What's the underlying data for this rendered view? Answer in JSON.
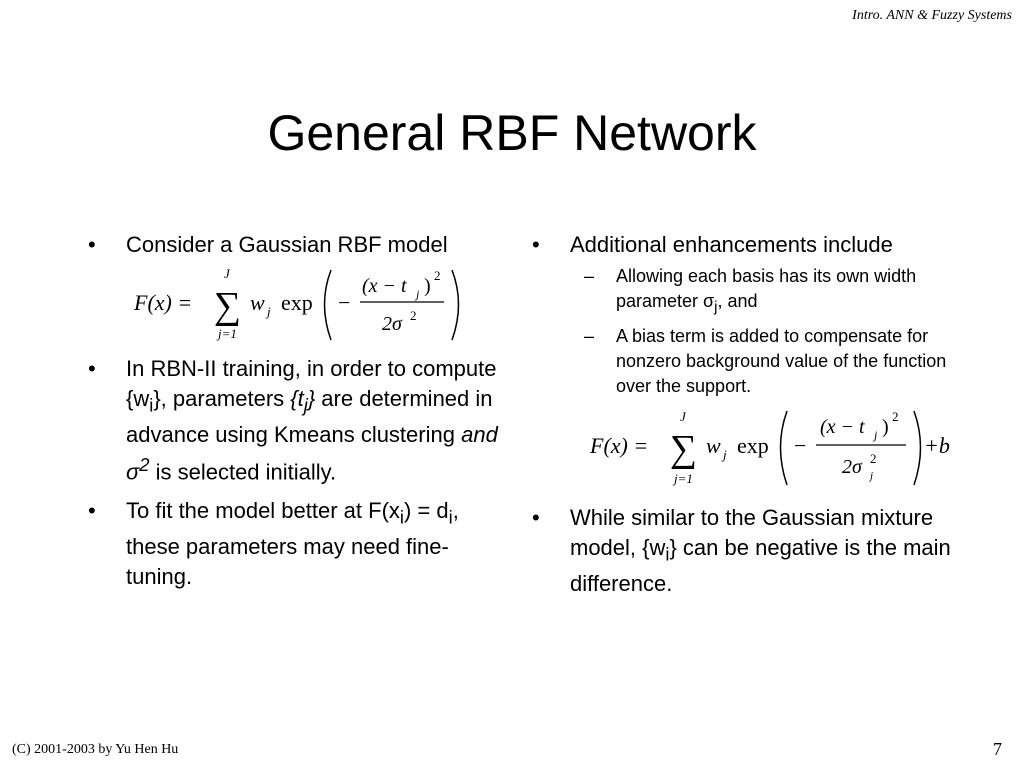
{
  "header": {
    "course": "Intro. ANN & Fuzzy Systems"
  },
  "slide": {
    "title": "General RBF Network"
  },
  "left": {
    "b1": "Consider a Gaussian RBF model",
    "b2": {
      "p1": "In RBN-II training, in order to compute {w",
      "sub_i": "i",
      "p2": "}, parameters ",
      "t_open": "{t",
      "sub_j": "j",
      "t_close": "}",
      "p3": " are determined in advance using Kmeans clustering ",
      "and": "and",
      "sigma": "σ",
      "sup2": "2",
      "p4": " is selected initially."
    },
    "b3": {
      "p1": "To fit the model better at F(x",
      "sub_i": "i",
      "p2": ") = d",
      "sub_i2": "i",
      "p3": ", these parameters may need fine-tuning."
    }
  },
  "right": {
    "b1": "Additional enhancements include",
    "s1": {
      "p1": "Allowing each basis has its own width parameter ",
      "sigma": "σ",
      "sub_j": "j",
      "p2": ", and"
    },
    "s2": "A bias term is added to compensate for nonzero background value of the function over the support.",
    "b2": {
      "p1": "While similar to the Gaussian mixture model, {w",
      "sub_i": "i",
      "p2": "} can be negative is the main difference."
    }
  },
  "footer": {
    "copyright": "(C) 2001-2003  by Yu Hen Hu",
    "page": "7"
  },
  "formula1": {
    "lhs": "F(x) =",
    "sum_top": "J",
    "sum_bottom": "j=1",
    "w": "w",
    "w_sub": "j",
    "exp": "exp",
    "minus": "−",
    "num": "(x − t",
    "num_sub": "j",
    "num_close": ")",
    "num_sup": "2",
    "den": "2σ",
    "den_sup": "2"
  },
  "formula2": {
    "lhs": "F(x) =",
    "sum_top": "J",
    "sum_bottom": "j=1",
    "w": "w",
    "w_sub": "j",
    "exp": "exp",
    "minus": "−",
    "num": "(x − t",
    "num_sub": "j",
    "num_close": ")",
    "num_sup": "2",
    "den": "2σ",
    "den_sup": "2",
    "den_sub": "j",
    "bias": "+b"
  }
}
